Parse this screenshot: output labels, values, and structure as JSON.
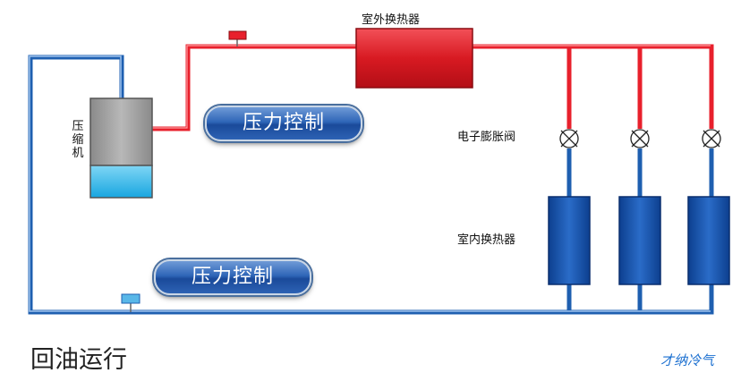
{
  "labels": {
    "outdoor_exchanger": "室外换热器",
    "compressor": "压缩机",
    "eev": "电子膨胀阀",
    "indoor_exchanger": "室内换热器",
    "pressure_control": "压力控制"
  },
  "title": "回油运行",
  "brand": "才纳冷气",
  "colors": {
    "hot_line": "#e8202c",
    "cold_line": "#1e5fb0",
    "indoor_unit": "#1a5cb8",
    "compressor_oil": "#2ab5e6",
    "compressor_body": "#a3a3a3"
  },
  "indoor_units": [
    {
      "id": 1
    },
    {
      "id": 2
    },
    {
      "id": 3
    }
  ]
}
